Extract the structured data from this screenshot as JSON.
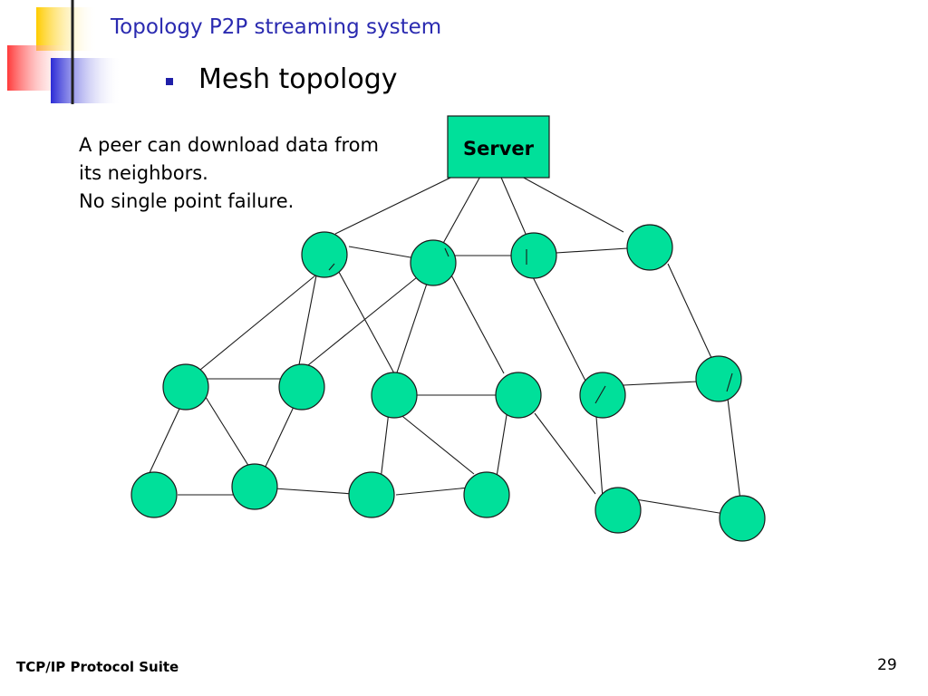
{
  "slide": {
    "title": "Topology P2P streaming system",
    "bullet": "Mesh topology",
    "description": [
      "A peer can download data from",
      "its neighbors.",
      "No single point failure."
    ],
    "footer_left": "TCP/IP Protocol Suite",
    "page_number": "29"
  },
  "diagram": {
    "server_label": "Server",
    "colors": {
      "node_fill": "#00e09a",
      "node_stroke": "#1a1a1a",
      "server_fill": "#00e09a",
      "edge": "#1a1a1a",
      "title_text": "#2a2ab0",
      "deco_yellow": "#ffcc00",
      "deco_red": "#ff3a3a",
      "deco_blue": "#2b2bd6"
    }
  }
}
